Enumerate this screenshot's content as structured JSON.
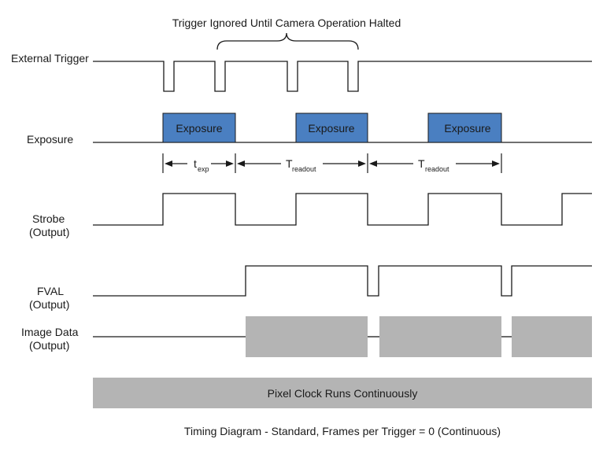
{
  "title": "Trigger Ignored Until Camera Operation Halted",
  "signals": {
    "external_trigger": "External Trigger",
    "exposure": "Exposure",
    "strobe_line1": "Strobe",
    "strobe_line2": "(Output)",
    "fval_line1": "FVAL",
    "fval_line2": "(Output)",
    "image_data_line1": "Image Data",
    "image_data_line2": "(Output)"
  },
  "exposure_box_label": "Exposure",
  "timings": {
    "t_exp_main": "t",
    "t_exp_sub": "exp",
    "t_readout_main": "T",
    "t_readout_sub": "readout"
  },
  "pixel_clock_label": "Pixel Clock Runs Continuously",
  "caption": "Timing Diagram - Standard, Frames per Trigger = 0 (Continuous)",
  "colors": {
    "exposure_fill": "#4a7fc1",
    "data_fill": "#b4b4b4",
    "line": "#1a1a1a"
  }
}
